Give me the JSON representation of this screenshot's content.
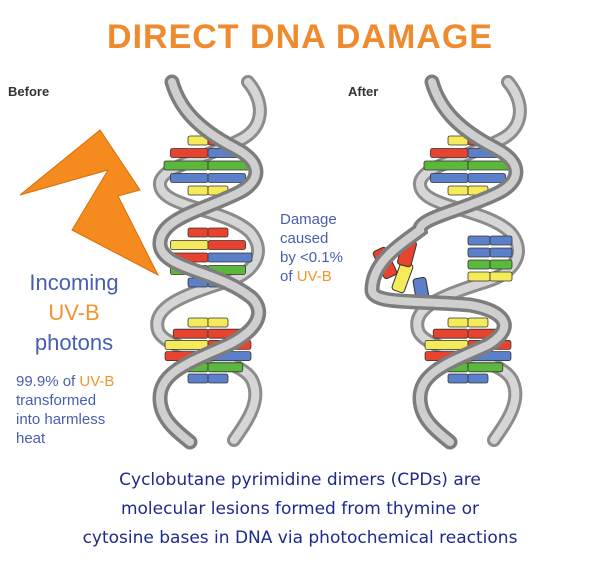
{
  "title": "DIRECT DNA DAMAGE",
  "labels": {
    "before": "Before",
    "after": "After"
  },
  "incoming": {
    "line1": "Incoming",
    "line2": "UV-B",
    "line3": "photons"
  },
  "transformed": {
    "pct": "99.9% of ",
    "uvb": "UV-B",
    "line2": "transformed",
    "line3": "into harmless",
    "line4": "heat"
  },
  "damage": {
    "line1": "Damage",
    "line2": "caused",
    "line3": "by <0.1%",
    "line4": "of ",
    "uvb": "UV-B"
  },
  "caption": {
    "line1": "Cyclobutane pyrimidine dimers (CPDs) are",
    "line2": "molecular lesions formed from thymine or",
    "line3": "cytosine bases in DNA via photochemical reactions"
  },
  "colors": {
    "title": "#f08a2e",
    "orange": "#f0962e",
    "blue_text": "#4a5eb0",
    "caption": "#1e2a8c",
    "backbone": "#9a9a9a",
    "base_red": "#e8432e",
    "base_green": "#5cb83c",
    "base_blue": "#5b7fc8",
    "base_yellow": "#f5eb5a"
  }
}
